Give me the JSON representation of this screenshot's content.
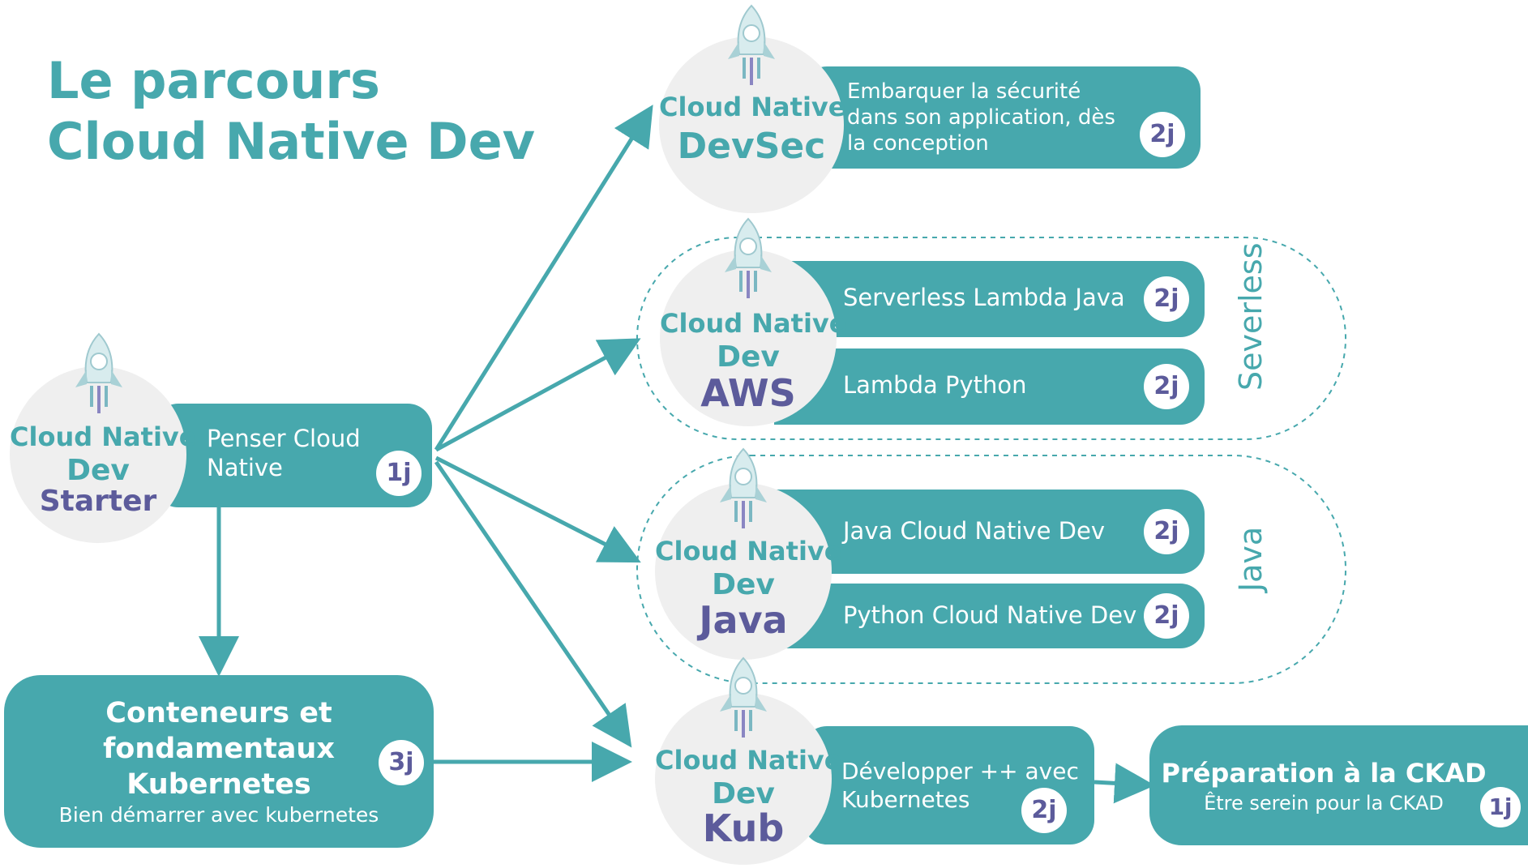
{
  "title": {
    "line1": "Le parcours",
    "line2": "Cloud Native Dev"
  },
  "colors": {
    "teal": "#47a8ad",
    "purple": "#5c5b9b",
    "circle": "#efefef",
    "white": "#ffffff"
  },
  "starter": {
    "line1": "Cloud Native",
    "line2": "Dev",
    "line3": "Starter",
    "bar_text": [
      "Penser Cloud",
      "Native"
    ],
    "days": "1j"
  },
  "containers": {
    "lines": [
      "Conteneurs et",
      "fondamentaux",
      "Kubernetes"
    ],
    "subtitle": "Bien démarrer avec kubernetes",
    "days": "3j"
  },
  "devsec": {
    "line1": "Cloud Native",
    "line3": "DevSec",
    "bar_text": [
      "Embarquer la sécurité",
      "dans son application, dès",
      "la conception"
    ],
    "days": "2j"
  },
  "aws": {
    "line1": "Cloud Native",
    "line2": "Dev",
    "line3": "AWS",
    "items": [
      {
        "label": "Serverless Lambda Java",
        "days": "2j"
      },
      {
        "label": "Lambda Python",
        "days": "2j"
      }
    ],
    "group_label": "Severless"
  },
  "java": {
    "line1": "Cloud Native",
    "line2": "Dev",
    "line3": "Java",
    "items": [
      {
        "label": "Java Cloud Native Dev",
        "days": "2j"
      },
      {
        "label": "Python Cloud Native Dev",
        "days": "2j"
      }
    ],
    "group_label": "Java"
  },
  "kub": {
    "line1": "Cloud Native",
    "line2": "Dev",
    "line3": "Kub",
    "bar_text": [
      "Développer ++ avec",
      "Kubernetes"
    ],
    "days": "2j"
  },
  "ckad": {
    "title": "Préparation à la CKAD",
    "subtitle": "Être serein pour la CKAD",
    "days": "1j"
  }
}
